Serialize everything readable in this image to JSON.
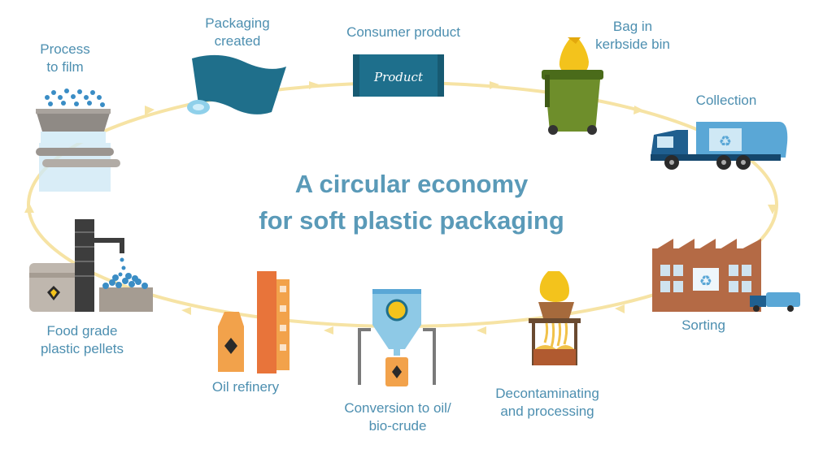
{
  "title": {
    "line1": "A circular economy",
    "line2": "for soft plastic packaging"
  },
  "stages": [
    {
      "id": "process-to-film",
      "label": [
        "Process",
        "to film"
      ]
    },
    {
      "id": "packaging-created",
      "label": [
        "Packaging",
        "created"
      ]
    },
    {
      "id": "consumer-product",
      "label": [
        "Consumer product"
      ]
    },
    {
      "id": "bag-in-kerbside-bin",
      "label": [
        "Bag in",
        "kerbside bin"
      ]
    },
    {
      "id": "collection",
      "label": [
        "Collection"
      ]
    },
    {
      "id": "sorting",
      "label": [
        "Sorting"
      ]
    },
    {
      "id": "decontaminating-processing",
      "label": [
        "Decontaminating",
        "and processing"
      ]
    },
    {
      "id": "conversion-to-oil",
      "label": [
        "Conversion to oil/",
        "bio-crude"
      ]
    },
    {
      "id": "oil-refinery",
      "label": [
        "Oil refinery"
      ]
    },
    {
      "id": "food-grade-pellets",
      "label": [
        "Food grade",
        "plastic pellets"
      ]
    }
  ],
  "product_wrapper_text": "Product",
  "colors": {
    "cycle": "#f6e3a4",
    "label": "#4d8fb0",
    "title": "#5a9ab8"
  }
}
